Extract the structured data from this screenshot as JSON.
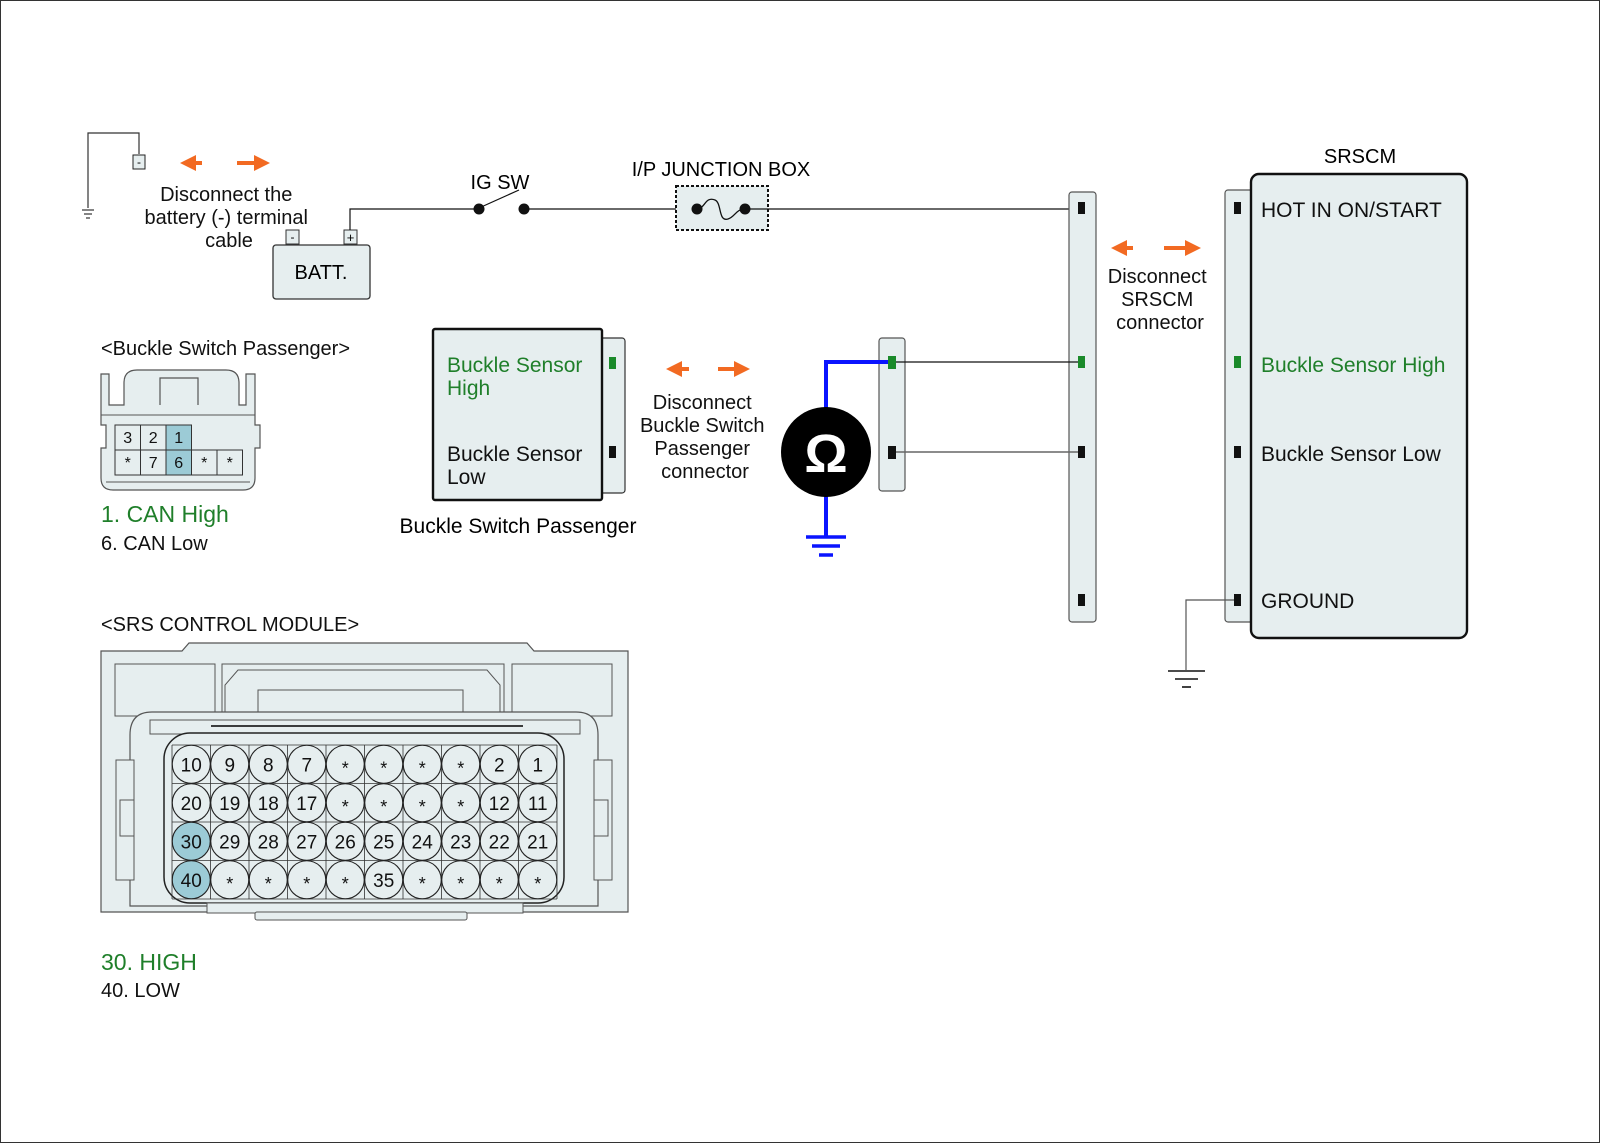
{
  "colors": {
    "panel_fill": "#e6eeef",
    "highlight_fill": "#9ccbd6",
    "orange_arrow": "#f26a22",
    "green_text": "#1f7f2a",
    "green_pin": "#1a8a2a",
    "probe_blue": "#0a14ff",
    "black": "#111111"
  },
  "battery_section": {
    "instruction": [
      "Disconnect the",
      "battery (-) terminal",
      "cable"
    ],
    "battery_label": "BATT.",
    "neg_terminal": "-",
    "pos_terminal": "+",
    "cable_terminal": "-"
  },
  "ig_switch": {
    "label": "IG SW"
  },
  "junction_box": {
    "label": "I/P JUNCTION BOX"
  },
  "srscm": {
    "title": "SRSCM",
    "pins": [
      {
        "label": "HOT IN ON/START",
        "highlight": false
      },
      {
        "label": "Buckle Sensor High",
        "highlight": true
      },
      {
        "label": "Buckle Sensor Low",
        "highlight": false
      },
      {
        "label": "GROUND",
        "highlight": false
      }
    ],
    "disconnect_note": [
      "Disconnect",
      "SRSCM",
      "connector"
    ]
  },
  "buckle_switch": {
    "caption": "Buckle Switch Passenger",
    "pins": [
      {
        "label_lines": [
          "Buckle Sensor",
          "High"
        ],
        "highlight": true
      },
      {
        "label_lines": [
          "Buckle Sensor",
          "Low"
        ],
        "highlight": false
      }
    ],
    "disconnect_note": [
      "Disconnect",
      "Buckle Switch",
      "Passenger",
      "connector"
    ]
  },
  "ohmmeter": {
    "symbol": "Ω"
  },
  "buckle_connector_view": {
    "title": "<Buckle Switch Passenger>",
    "row1": [
      "3",
      "2",
      "1"
    ],
    "row2": [
      "*",
      "7",
      "6",
      "*",
      "*"
    ],
    "highlighted": [
      "1",
      "6"
    ],
    "legend": [
      {
        "text": "1. CAN High",
        "highlight": true
      },
      {
        "text": "6. CAN Low",
        "highlight": false
      }
    ]
  },
  "srs_connector_view": {
    "title": "<SRS CONTROL MODULE>",
    "rows": [
      [
        "10",
        "9",
        "8",
        "7",
        "*",
        "*",
        "*",
        "*",
        "2",
        "1"
      ],
      [
        "20",
        "19",
        "18",
        "17",
        "*",
        "*",
        "*",
        "*",
        "12",
        "11"
      ],
      [
        "30",
        "29",
        "28",
        "27",
        "26",
        "25",
        "24",
        "23",
        "22",
        "21"
      ],
      [
        "40",
        "*",
        "*",
        "*",
        "*",
        "35",
        "*",
        "*",
        "*",
        "*"
      ]
    ],
    "highlighted": [
      "30",
      "40"
    ],
    "legend": [
      {
        "text": "30. HIGH",
        "highlight": true
      },
      {
        "text": "40. LOW",
        "highlight": false
      }
    ]
  }
}
